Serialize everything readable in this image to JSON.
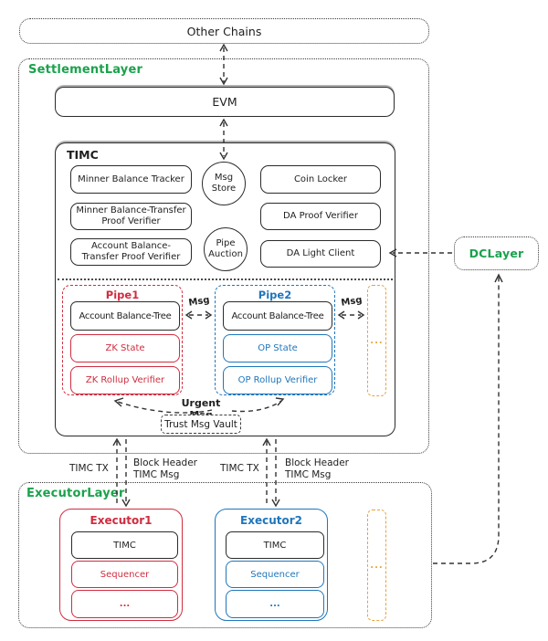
{
  "colors": {
    "green": "#1aa24c",
    "red": "#d02c3f",
    "blue": "#1f76bb",
    "orange": "#e9a23b",
    "ink": "#1e1e1e"
  },
  "other_chains": {
    "label": "Other Chains"
  },
  "settlement_layer": {
    "label": "SettlementLayer",
    "evm": "EVM",
    "timc": {
      "label": "TIMC",
      "components": {
        "minner_balance_tracker": "Minner Balance Tracker",
        "minner_bt_proof_verifier": "Minner Balance-Transfer Proof Verifier",
        "account_bt_proof_verifier": "Account Balance-Transfer Proof Verifier",
        "msg_store": "Msg Store",
        "pipe_auction": "Pipe Auction",
        "coin_locker": "Coin Locker",
        "da_proof_verifier": "DA Proof Verifier",
        "da_light_client": "DA Light Client"
      },
      "pipes": [
        {
          "title": "Pipe1",
          "tree": "Account Balance-Tree",
          "state": "ZK State",
          "verifier": "ZK Rollup Verifier"
        },
        {
          "title": "Pipe2",
          "tree": "Account Balance-Tree",
          "state": "OP State",
          "verifier": "OP Rollup Verifier"
        }
      ],
      "more_placeholder": "...",
      "msg_label": "Msg",
      "urgent_msg_label": "Urgent Msg",
      "trust_msg_vault": "Trust Msg Vault"
    }
  },
  "dc_layer": {
    "label": "DCLayer"
  },
  "executor_layer": {
    "label": "ExecutorLayer",
    "executors": [
      {
        "title": "Executor1",
        "timc": "TIMC",
        "sequencer": "Sequencer",
        "more": "..."
      },
      {
        "title": "Executor2",
        "timc": "TIMC",
        "sequencer": "Sequencer",
        "more": "..."
      }
    ],
    "more_placeholder": "..."
  },
  "link_labels": {
    "timc_tx": "TIMC TX",
    "block_header": "Block Header",
    "timc_msg": "TIMC Msg"
  }
}
